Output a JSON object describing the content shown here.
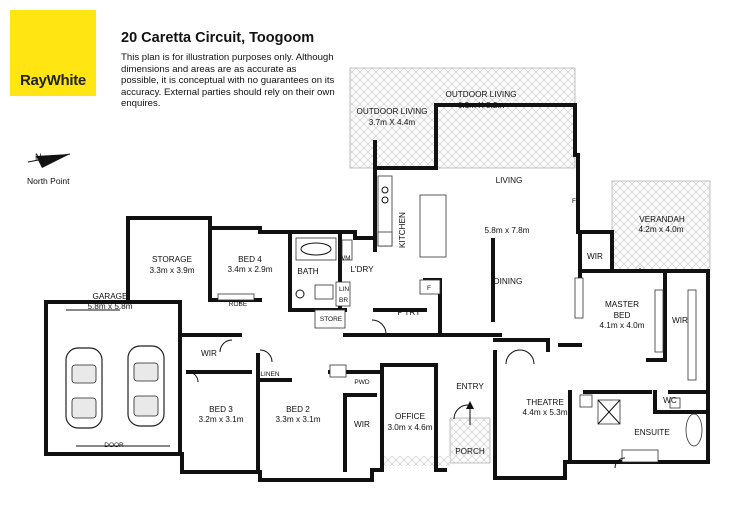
{
  "brand": {
    "name": "RayWhite",
    "color": "#FFE512"
  },
  "header": {
    "title": "20 Caretta Circuit, Toogoom",
    "disclaimer": "This plan is for illustration purposes only.  Although dimensions and areas are as accurate as possible, it is conceptual with no guarantees on its accuracy. External parties should rely on their own enquires."
  },
  "north": {
    "label": "North Point",
    "icon": "north-arrow-icon"
  },
  "rooms": {
    "outdoor1": {
      "name": "OUTDOOR LIVING",
      "dims": "3.7m X 4.4m"
    },
    "outdoor2": {
      "name": "OUTDOOR LIVING",
      "dims": "6.3m X 3.2m"
    },
    "living": {
      "name": "LIVING",
      "dims": "5.8m x 7.8m"
    },
    "dining": {
      "name": "DINING"
    },
    "kitchen": {
      "name": "KITCHEN"
    },
    "verandah": {
      "name": "VERANDAH",
      "dims": "4.2m x 4.0m"
    },
    "storage": {
      "name": "STORAGE",
      "dims": "3.3m x 3.9m"
    },
    "bed4": {
      "name": "BED 4",
      "dims": "3.4m x 2.9m"
    },
    "bath": {
      "name": "BATH"
    },
    "ldry": {
      "name": "L'DRY"
    },
    "wm": {
      "name": "WM"
    },
    "lin_br": {
      "line1": "LIN",
      "line2": "BR"
    },
    "robe": {
      "name": "ROBE"
    },
    "store": {
      "name": "STORE"
    },
    "ptry": {
      "name": "P'TRY"
    },
    "fridge": {
      "name": "F"
    },
    "fp": {
      "name": "FP"
    },
    "garage": {
      "name": "GARAGE",
      "dims": "5.8m x 5.8m"
    },
    "door_label": {
      "name": "DOOR"
    },
    "master": {
      "name": "MASTER",
      "name2": "BED",
      "dims": "4.1m x 4.0m"
    },
    "wir_master_top": {
      "name": "WIR"
    },
    "wir_master_side": {
      "name": "WIR"
    },
    "wir_bed3": {
      "name": "WIR"
    },
    "wir_bed2": {
      "name": "WIR"
    },
    "linen": {
      "name": "LINEN"
    },
    "pwd": {
      "name": "PWD"
    },
    "bed3": {
      "name": "BED 3",
      "dims": "3.2m x 3.1m"
    },
    "bed2": {
      "name": "BED 2",
      "dims": "3.3m x 3.1m"
    },
    "office": {
      "name": "OFFICE",
      "dims": "3.0m x 4.6m"
    },
    "entry": {
      "name": "ENTRY"
    },
    "porch": {
      "name": "PORCH"
    },
    "theatre": {
      "name": "THEATRE",
      "dims": "4.4m x 5.3m"
    },
    "ensuite": {
      "name": "ENSUITE"
    },
    "wc": {
      "name": "WC"
    }
  }
}
